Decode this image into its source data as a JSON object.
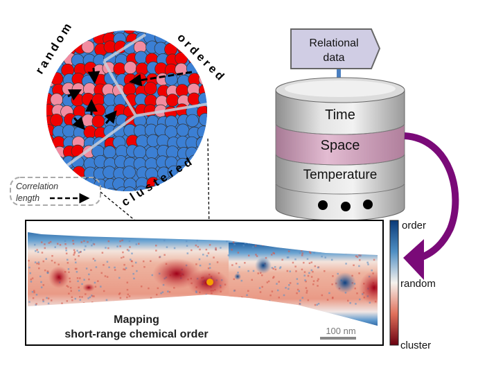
{
  "circle_labels": {
    "random": "random",
    "ordered": "ordered",
    "clustered": "clustered"
  },
  "correlation_box": {
    "line1": "Correlation",
    "line2": "length"
  },
  "database": {
    "sign": {
      "line1": "Relational",
      "line2": "data"
    },
    "layers": [
      "Time",
      "Space",
      "Temperature"
    ]
  },
  "map": {
    "title_line1": "Mapping",
    "title_line2": "short-range chemical order",
    "scale_bar": "100 nm"
  },
  "colorbar": {
    "top": "order",
    "middle": "random",
    "bottom": "cluster"
  },
  "colors": {
    "blue": "#3b7fd4",
    "red": "#f00000",
    "pink": "#f28ca0",
    "purple": "#7a0a78",
    "space_band": "#d7a8c4"
  }
}
